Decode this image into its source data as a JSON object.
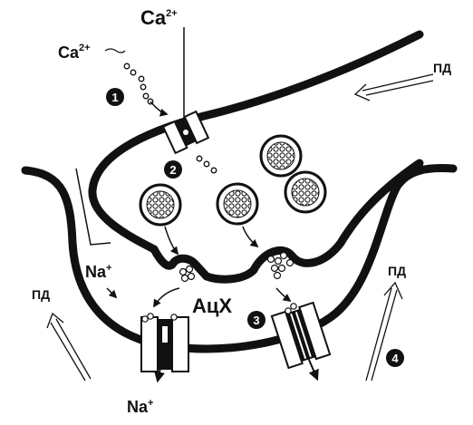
{
  "labels": {
    "ca_top": "Ca",
    "ca_top_sup": "2+",
    "ca_left": "Ca",
    "ca_left_sup": "2+",
    "pd_right": "ПД",
    "pd_mid": "ПД",
    "pd_left": "ПД",
    "na_mid": "Na",
    "na_mid_sup": "+",
    "na_bottom": "Na",
    "na_bottom_sup": "+",
    "ach": "АцХ"
  },
  "steps": [
    "1",
    "2",
    "3",
    "4"
  ]
}
